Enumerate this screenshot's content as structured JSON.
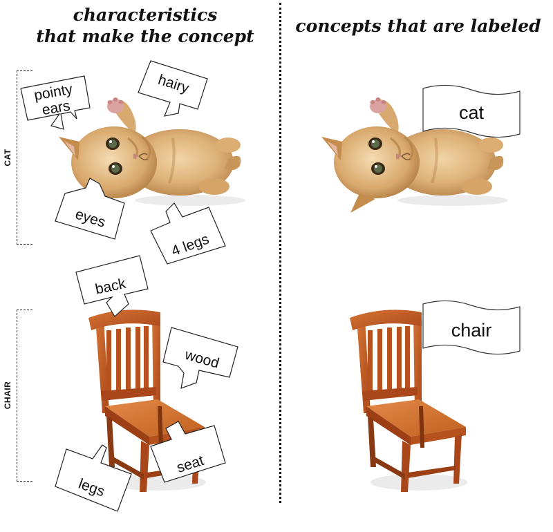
{
  "headings": {
    "left": "characteristics\nthat make the concept",
    "right": "concepts that are labeled"
  },
  "side_labels": {
    "cat": "CAT",
    "chair": "CHAIR"
  },
  "cat_features": {
    "pointy_ears": "pointy\nears",
    "hairy": "hairy",
    "eyes": "eyes",
    "four_legs": "4 legs"
  },
  "chair_features": {
    "back": "back",
    "wood": "wood",
    "seat": "seat",
    "legs": "legs"
  },
  "labels": {
    "cat": "cat",
    "chair": "chair"
  },
  "colors": {
    "fur_light": "#e6c08a",
    "fur_mid": "#d4a465",
    "fur_dark": "#a9753c",
    "pink_pads": "#dba3a0",
    "wood_light": "#cf6b2e",
    "wood_mid": "#b9541f",
    "wood_dark": "#8a3a12",
    "ink": "#111111"
  }
}
